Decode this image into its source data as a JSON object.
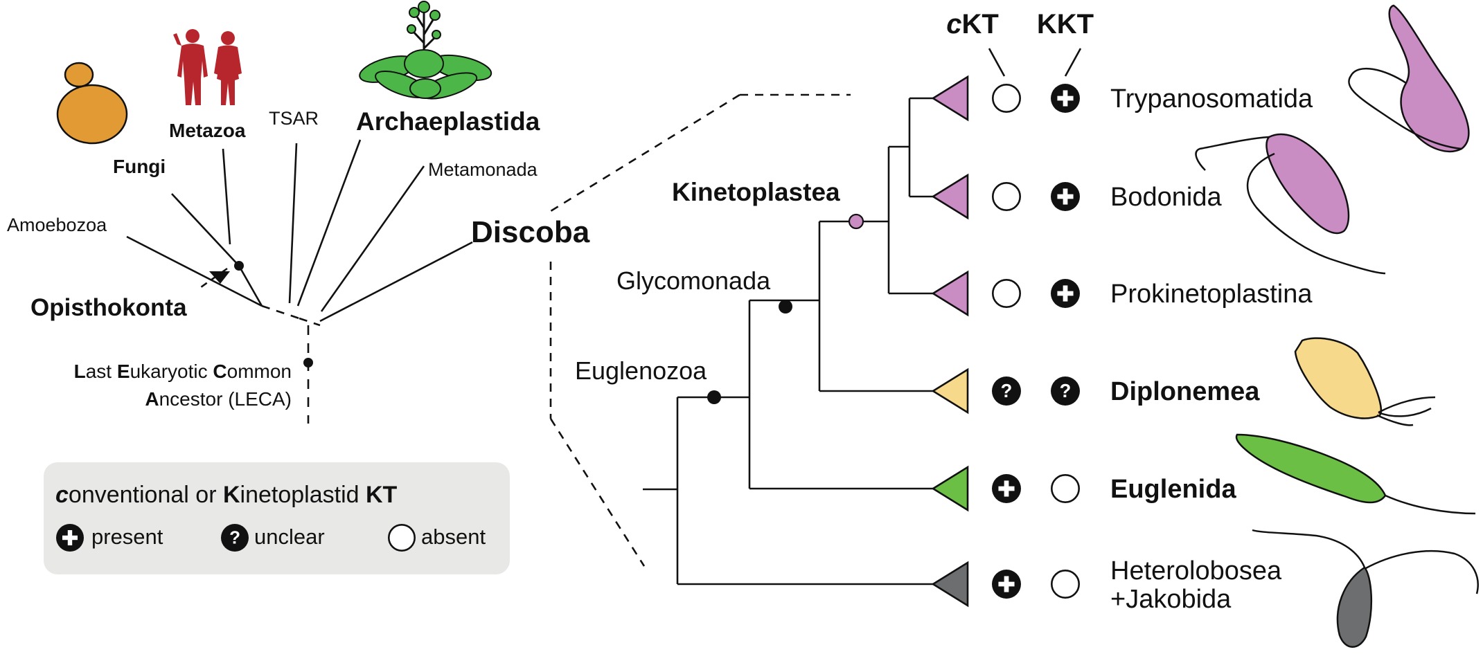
{
  "overview": {
    "groups": {
      "amoebozoa": "Amoebozoa",
      "fungi": "Fungi",
      "metazoa": "Metazoa",
      "tsar": "TSAR",
      "archaeplastida": "Archaeplastida",
      "metamonada": "Metamonada",
      "discoba": "Discoba",
      "opisthokonta": "Opisthokonta"
    },
    "leca": {
      "line1": [
        {
          "t": "L",
          "bold": true
        },
        {
          "t": "ast ",
          "bold": false
        },
        {
          "t": "E",
          "bold": true
        },
        {
          "t": "ukaryotic ",
          "bold": false
        },
        {
          "t": "C",
          "bold": true
        },
        {
          "t": "ommon",
          "bold": false
        }
      ],
      "line2": [
        {
          "t": "A",
          "bold": true
        },
        {
          "t": "ncestor (LECA)",
          "bold": false
        }
      ]
    }
  },
  "legend": {
    "title": [
      {
        "t": "c",
        "bold": true,
        "italic": true
      },
      {
        "t": "onventional or ",
        "bold": false,
        "italic": false
      },
      {
        "t": "K",
        "bold": true,
        "italic": false
      },
      {
        "t": "inetoplastid ",
        "bold": false,
        "italic": false
      },
      {
        "t": "KT",
        "bold": true,
        "italic": false
      }
    ],
    "present": "present",
    "unclear": "unclear",
    "absent": "absent",
    "background": "#e8e8e6"
  },
  "columns": {
    "ckt": [
      {
        "t": "c",
        "italic": true
      },
      {
        "t": "KT",
        "italic": false
      }
    ],
    "kkt": "KKT"
  },
  "nodes": {
    "kinetoplastea": "Kinetoplastea",
    "glycomonada": "Glycomonada",
    "euglenozoa": "Euglenozoa"
  },
  "taxa": [
    {
      "name": "Trypanosomatida",
      "bold": false,
      "color": "#c98cc3",
      "ckt": "absent",
      "kkt": "present"
    },
    {
      "name": "Bodonida",
      "bold": false,
      "color": "#c98cc3",
      "ckt": "absent",
      "kkt": "present"
    },
    {
      "name": "Prokinetoplastina",
      "bold": false,
      "color": "#c98cc3",
      "ckt": "absent",
      "kkt": "present"
    },
    {
      "name": "Diplonemea",
      "bold": true,
      "color": "#f7d98c",
      "ckt": "unclear",
      "kkt": "unclear"
    },
    {
      "name": "Euglenida",
      "bold": true,
      "color": "#6cbf45",
      "ckt": "present",
      "kkt": "absent"
    },
    {
      "name": "Heterolobosea",
      "name2": "+Jakobida",
      "bold": false,
      "color": "#6d6e6f",
      "ckt": "present",
      "kkt": "absent"
    }
  ],
  "colors": {
    "fungi": "#e29b34",
    "metazoa": "#b8262d",
    "plant": "#4cb748",
    "kinetoplastid": "#c98cc3",
    "kinetoplastid_node": "#c98cc3"
  },
  "icons": [
    "fungi-cell-icon",
    "human-figures-icon",
    "plant-icon",
    "trypanosoma-cell-icon",
    "bodo-cell-icon",
    "diplonema-cell-icon",
    "euglena-cell-icon",
    "heterolobosea-cell-icon"
  ]
}
